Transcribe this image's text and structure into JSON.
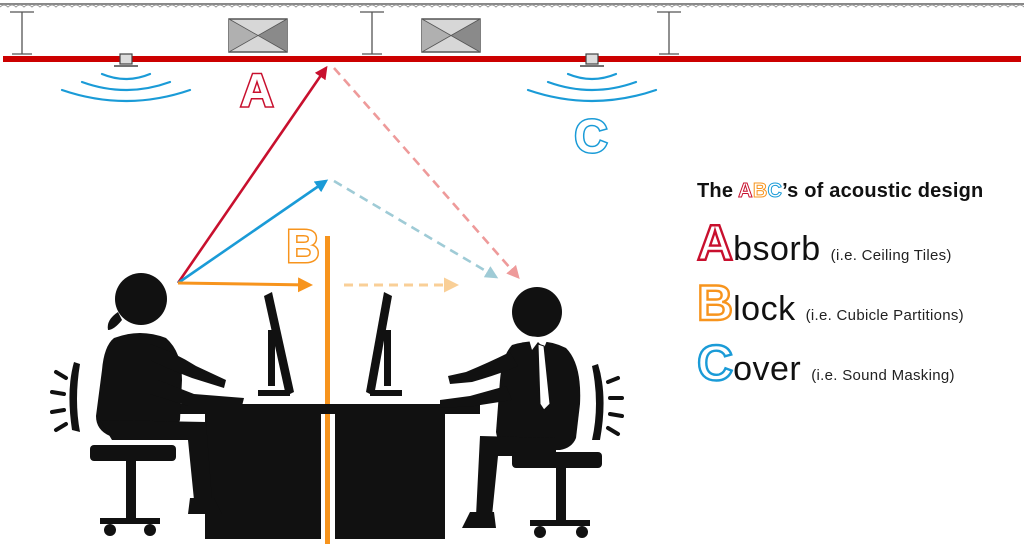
{
  "diagram": {
    "labels": {
      "a": "A",
      "b": "B",
      "c": "C"
    },
    "colors": {
      "a": "#c8102e",
      "b": "#f7941d",
      "c": "#1a9bd7",
      "a_faded": "#ee9a9a",
      "b_faded": "#f9cf97",
      "c_faded": "#9fcbd6",
      "silhouette": "#111111",
      "ceiling_beam": "#cc0000"
    }
  },
  "legend": {
    "title_prefix": "The ",
    "title_a": "A",
    "title_b": "B",
    "title_c": "C",
    "title_suffix": "’s of acoustic design",
    "items": [
      {
        "letter": "A",
        "word": "bsorb",
        "note": "(i.e. Ceiling Tiles)"
      },
      {
        "letter": "B",
        "word": "lock",
        "note": "(i.e. Cubicle Partitions)"
      },
      {
        "letter": "C",
        "word": "over",
        "note": "(i.e. Sound Masking)"
      }
    ]
  }
}
